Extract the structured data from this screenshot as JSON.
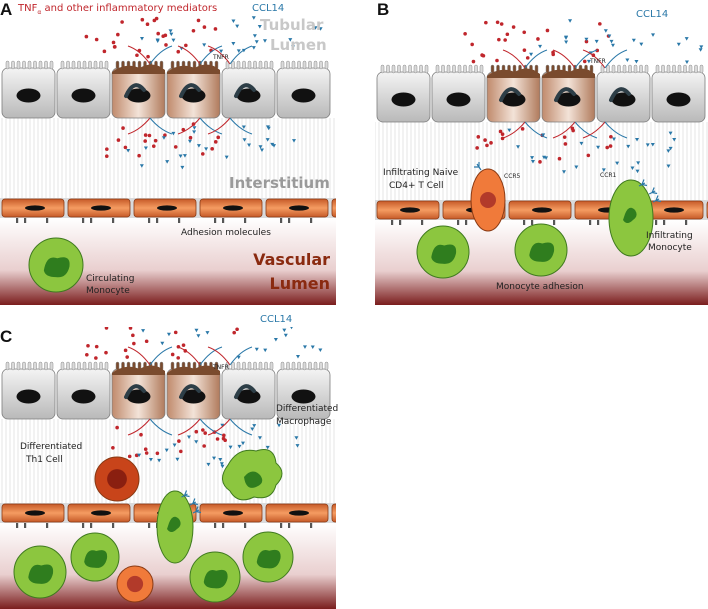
{
  "panels": [
    {
      "letter": "A",
      "labels": {
        "tnf_prefix": "TNF",
        "tnf_sub": "α",
        "tnf_suffix": " and other inflammatory mediators",
        "ccl14": "CCL14",
        "tnfr": "TNFR",
        "tubular": "Tubular",
        "lumen": "Lumen",
        "interstitium": "Interstitium",
        "adhesion": "Adhesion molecules",
        "vascular": "Vascular",
        "vascular_lumen": "Lumen",
        "circulating": "Circulating",
        "monocyte": "Monocyte"
      }
    },
    {
      "letter": "B",
      "labels": {
        "ccl14": "CCL14",
        "tnfr": "TNFR",
        "infiltrating_naive": "Infiltrating Naive",
        "cd4_t_cell": "CD4+ T Cell",
        "ccr5": "CCR5",
        "ccr1": "CCR1",
        "infiltrating": "Infiltrating",
        "monocyte": "Monocyte",
        "monocyte_adhesion": "Monocyte adhesion"
      }
    },
    {
      "letter": "C",
      "labels": {
        "ccl14": "CCL14",
        "tnfr": "TNFR",
        "differentiated_th1": "Differentiated",
        "th1_cell": "Th1 Cell",
        "differentiated_mac": "Differentiated",
        "macrophage": "Macrophage"
      }
    }
  ],
  "colors": {
    "tnf_red": "#c0262c",
    "ccl14_blue": "#2a78a8",
    "endothelium_orange": "#e8773e",
    "monocyte_green": "#8cc63f",
    "nucleus_green": "#2f7d1e",
    "tcell_orange": "#f07a3a",
    "th1_red": "#c8441a"
  }
}
